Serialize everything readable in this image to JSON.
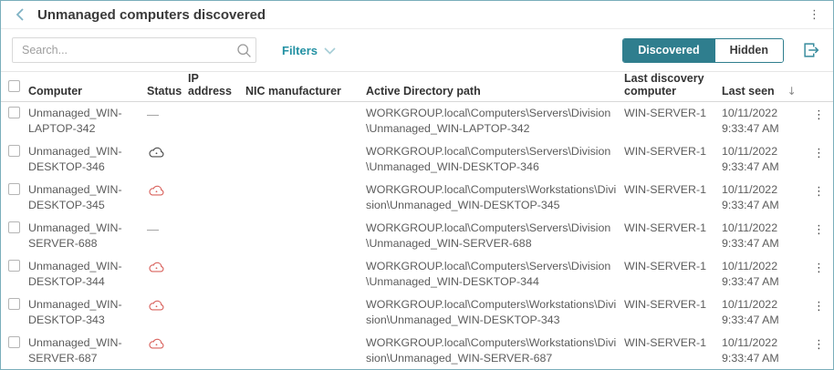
{
  "header": {
    "title": "Unmanaged computers discovered"
  },
  "toolbar": {
    "search_placeholder": "Search...",
    "filters_label": "Filters",
    "toggle": {
      "discovered_label": "Discovered",
      "hidden_label": "Hidden",
      "selected": "Discovered"
    }
  },
  "icons": {
    "back": "chevron-left",
    "search": "magnifier",
    "filters_chevron": "chevron-down",
    "export": "export-arrow",
    "kebab": "⋮",
    "dash": "—",
    "sort_desc": "↓",
    "status_cloud": "cloud-with-dot"
  },
  "colors": {
    "accent_teal": "#2f7e8e",
    "link_teal": "#2391a3",
    "status_red": "#d9635e",
    "status_dark": "#4a4a4a",
    "page_border": "#7aaebb"
  },
  "table": {
    "columns": [
      "Computer",
      "Status",
      "IP address",
      "NIC manufacturer",
      "Active Directory path",
      "Last discovery computer",
      "Last seen"
    ],
    "sort_column": "Last seen",
    "sort_direction": "descending",
    "rows": [
      {
        "computer": "Unmanaged_WIN-LAPTOP-342",
        "status": "none",
        "ip_address": "",
        "nic_manufacturer": "",
        "ad_path": "WORKGROUP.local\\Computers\\Servers\\Division\\Unmanaged_WIN-LAPTOP-342",
        "last_discovery": "WIN-SERVER-1",
        "last_seen_date": "10/11/2022",
        "last_seen_time": "9:33:47 AM"
      },
      {
        "computer": "Unmanaged_WIN-DESKTOP-346",
        "status": "cloud-dark",
        "ip_address": "",
        "nic_manufacturer": "",
        "ad_path": "WORKGROUP.local\\Computers\\Servers\\Division\\Unmanaged_WIN-DESKTOP-346",
        "last_discovery": "WIN-SERVER-1",
        "last_seen_date": "10/11/2022",
        "last_seen_time": "9:33:47 AM"
      },
      {
        "computer": "Unmanaged_WIN-DESKTOP-345",
        "status": "cloud-red",
        "ip_address": "",
        "nic_manufacturer": "",
        "ad_path": "WORKGROUP.local\\Computers\\Workstations\\Division\\Unmanaged_WIN-DESKTOP-345",
        "last_discovery": "WIN-SERVER-1",
        "last_seen_date": "10/11/2022",
        "last_seen_time": "9:33:47 AM"
      },
      {
        "computer": "Unmanaged_WIN-SERVER-688",
        "status": "none",
        "ip_address": "",
        "nic_manufacturer": "",
        "ad_path": "WORKGROUP.local\\Computers\\Servers\\Division\\Unmanaged_WIN-SERVER-688",
        "last_discovery": "WIN-SERVER-1",
        "last_seen_date": "10/11/2022",
        "last_seen_time": "9:33:47 AM"
      },
      {
        "computer": "Unmanaged_WIN-DESKTOP-344",
        "status": "cloud-red",
        "ip_address": "",
        "nic_manufacturer": "",
        "ad_path": "WORKGROUP.local\\Computers\\Servers\\Division\\Unmanaged_WIN-DESKTOP-344",
        "last_discovery": "WIN-SERVER-1",
        "last_seen_date": "10/11/2022",
        "last_seen_time": "9:33:47 AM"
      },
      {
        "computer": "Unmanaged_WIN-DESKTOP-343",
        "status": "cloud-red",
        "ip_address": "",
        "nic_manufacturer": "",
        "ad_path": "WORKGROUP.local\\Computers\\Workstations\\Division\\Unmanaged_WIN-DESKTOP-343",
        "last_discovery": "WIN-SERVER-1",
        "last_seen_date": "10/11/2022",
        "last_seen_time": "9:33:47 AM"
      },
      {
        "computer": "Unmanaged_WIN-SERVER-687",
        "status": "cloud-red",
        "ip_address": "",
        "nic_manufacturer": "",
        "ad_path": "WORKGROUP.local\\Computers\\Workstations\\Division\\Unmanaged_WIN-SERVER-687",
        "last_discovery": "WIN-SERVER-1",
        "last_seen_date": "10/11/2022",
        "last_seen_time": "9:33:47 AM"
      }
    ]
  }
}
